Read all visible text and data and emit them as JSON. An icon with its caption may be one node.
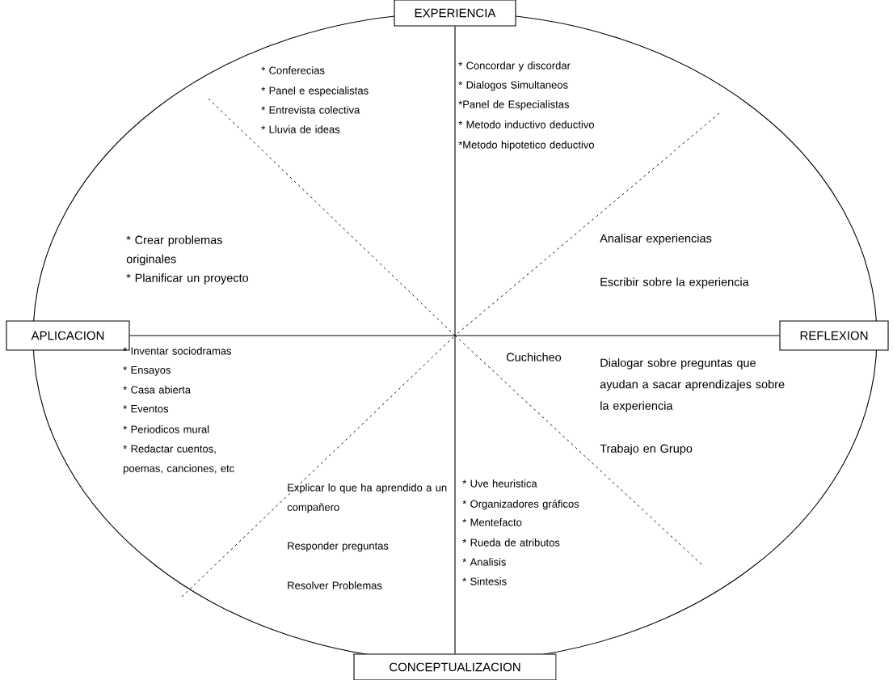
{
  "diagram": {
    "nodes": [
      {
        "text": [
          "EXPERIENCIA"
        ]
      },
      {
        "text": [
          "REFLEXION"
        ]
      },
      {
        "text": [
          "CONCEPTUALIZACION"
        ]
      },
      {
        "text": [
          "APLICACION"
        ]
      }
    ],
    "edges": [
      {
        "from": 0,
        "to": 2,
        "arrow": "none"
      },
      {
        "from": 3,
        "to": 1,
        "arrow": "none"
      }
    ],
    "labels": [
      "* Conferecias",
      "* Panel e especialistas",
      "* Entrevista colectiva",
      "* Lluvia de ideas",
      "* Concordar y discordar",
      "* Dialogos Simultaneos",
      "*Panel de Especialistas",
      "* Metodo inductivo deductivo",
      "*Metodo hipotetico deductivo",
      "* Crear problemas originales",
      "* Planificar un proyecto",
      "Analisar experiencias",
      "Escribir sobre la experiencia",
      "* Inventar sociodramas",
      "* Ensayos",
      "* Casa abierta",
      "* Eventos",
      "* Periodicos mural",
      "* Redactar cuentos, poemas, canciones, etc",
      "Cuchicheo",
      "Dialogar sobre preguntas que ayudan a sacar aprendizajes sobre la experiencia",
      "Trabajo en Grupo",
      "Explicar lo que ha aprendido a un compañero",
      "Responder preguntas",
      "Resolver Problemas",
      "* Uve heuristica",
      "* Organizadores gráficos",
      "* Mentefacto",
      "* Rueda de atributos",
      "* Analisis",
      "* Sintesis"
    ]
  }
}
